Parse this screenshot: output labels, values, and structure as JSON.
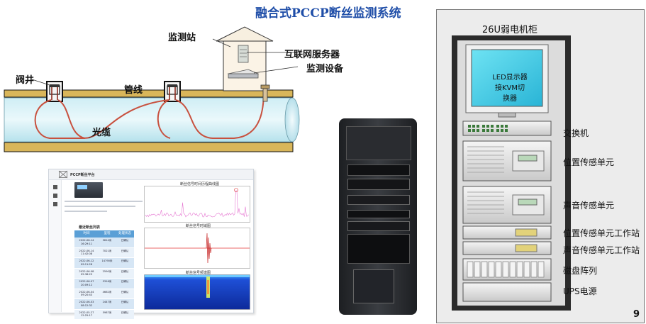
{
  "title": "融合式PCCP断丝监测系统",
  "labels": {
    "valve_well": "阀井",
    "pipeline": "管线",
    "fiber_cable": "光缆",
    "monitoring_station": "监测站",
    "internet_server": "互联网服务器",
    "monitoring_device": "监测设备"
  },
  "rack": {
    "title": "26U弱电机柜",
    "monitor_line1": "LED显示器",
    "monitor_line2": "接KVM切换器",
    "units": {
      "switch": "交换机",
      "position_sensor": "位置传感单元",
      "sound_sensor": "声音传感单元",
      "position_workstation": "位置传感单元工作站",
      "sound_workstation": "声音传感单元工作站",
      "disk_array": "磁盘阵列",
      "ups": "UPS电源"
    }
  },
  "page_number": "9",
  "software": {
    "platform_name": "PCCP断丝平台",
    "chart1_title": "断丝信号时间历程曲线图",
    "chart2_title": "断丝信号时域图",
    "chart3_title": "断丝信号频谱图",
    "table_title": "最近断丝列表",
    "table_headers": [
      "时间",
      "里程",
      "处理状态"
    ],
    "table_rows": [
      [
        "2022-06-14 16:29:11",
        "3614米",
        "已确认"
      ],
      [
        "2022-06-14 11:42:08",
        "7021米",
        "已确认"
      ],
      [
        "2022-06-12 09:11:28",
        "14790米",
        "已确认"
      ],
      [
        "2022-06-08 05:36:23",
        "2590米",
        "已确认"
      ],
      [
        "2022-06-07 20:09:12",
        "5316米",
        "已确认"
      ],
      [
        "2022-06-04 09:20:43",
        "4662米",
        "已确认"
      ],
      [
        "2022-06-03 08:12:32",
        "2447米",
        "已确认"
      ],
      [
        "2022-05-27 12:25:17",
        "5987米",
        "已确认"
      ]
    ]
  }
}
